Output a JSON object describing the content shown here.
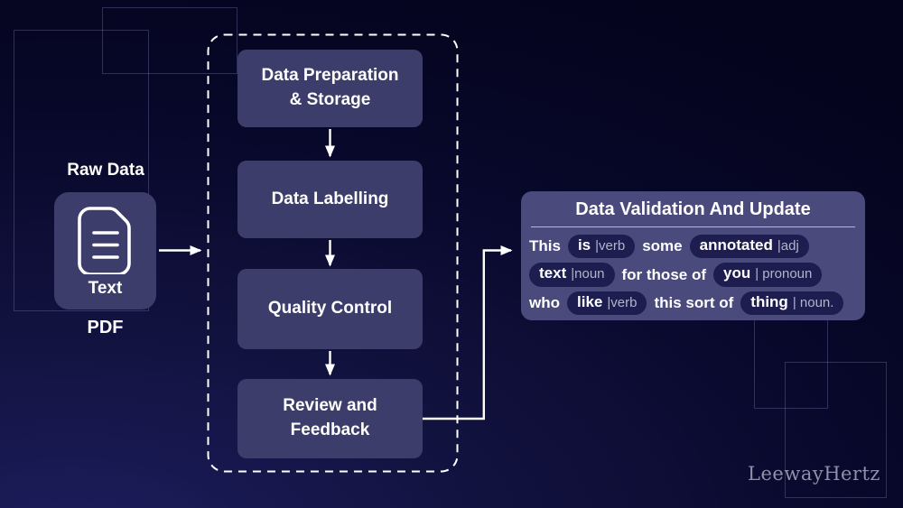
{
  "colors": {
    "background_dark": "#04041d",
    "background_glow": "#1d1d5e",
    "node_fill": "#3d3d6b",
    "panel_fill": "#4a4a7d",
    "pill_fill": "#1d1d4f",
    "text_primary": "#ffffff",
    "tag_text": "#b4b4cc",
    "watermark_text": "#9090aa",
    "faint_outline": "#878dc8",
    "connector": "#ffffff"
  },
  "raw_data": {
    "heading": "Raw Data",
    "file_label": "Text",
    "file_type": "PDF",
    "icon": "document-icon"
  },
  "pipeline": {
    "steps": [
      "Data Preparation\n& Storage",
      "Data Labelling",
      "Quality Control",
      "Review and\nFeedback"
    ]
  },
  "validation_panel": {
    "title": "Data Validation And Update",
    "lines": [
      [
        {
          "t": "This"
        },
        {
          "t": "is",
          "tag": "|verb"
        },
        {
          "t": "some"
        },
        {
          "t": "annotated",
          "tag": "|adj"
        }
      ],
      [
        {
          "t": "text",
          "tag": "|noun"
        },
        {
          "t": "for those of"
        },
        {
          "t": "you",
          "tag": "| pronoun"
        }
      ],
      [
        {
          "t": "who"
        },
        {
          "t": "like",
          "tag": "|verb"
        },
        {
          "t": "this sort of"
        },
        {
          "t": "thing",
          "tag": "| noun."
        }
      ]
    ]
  },
  "watermark": "LeewayHertz"
}
